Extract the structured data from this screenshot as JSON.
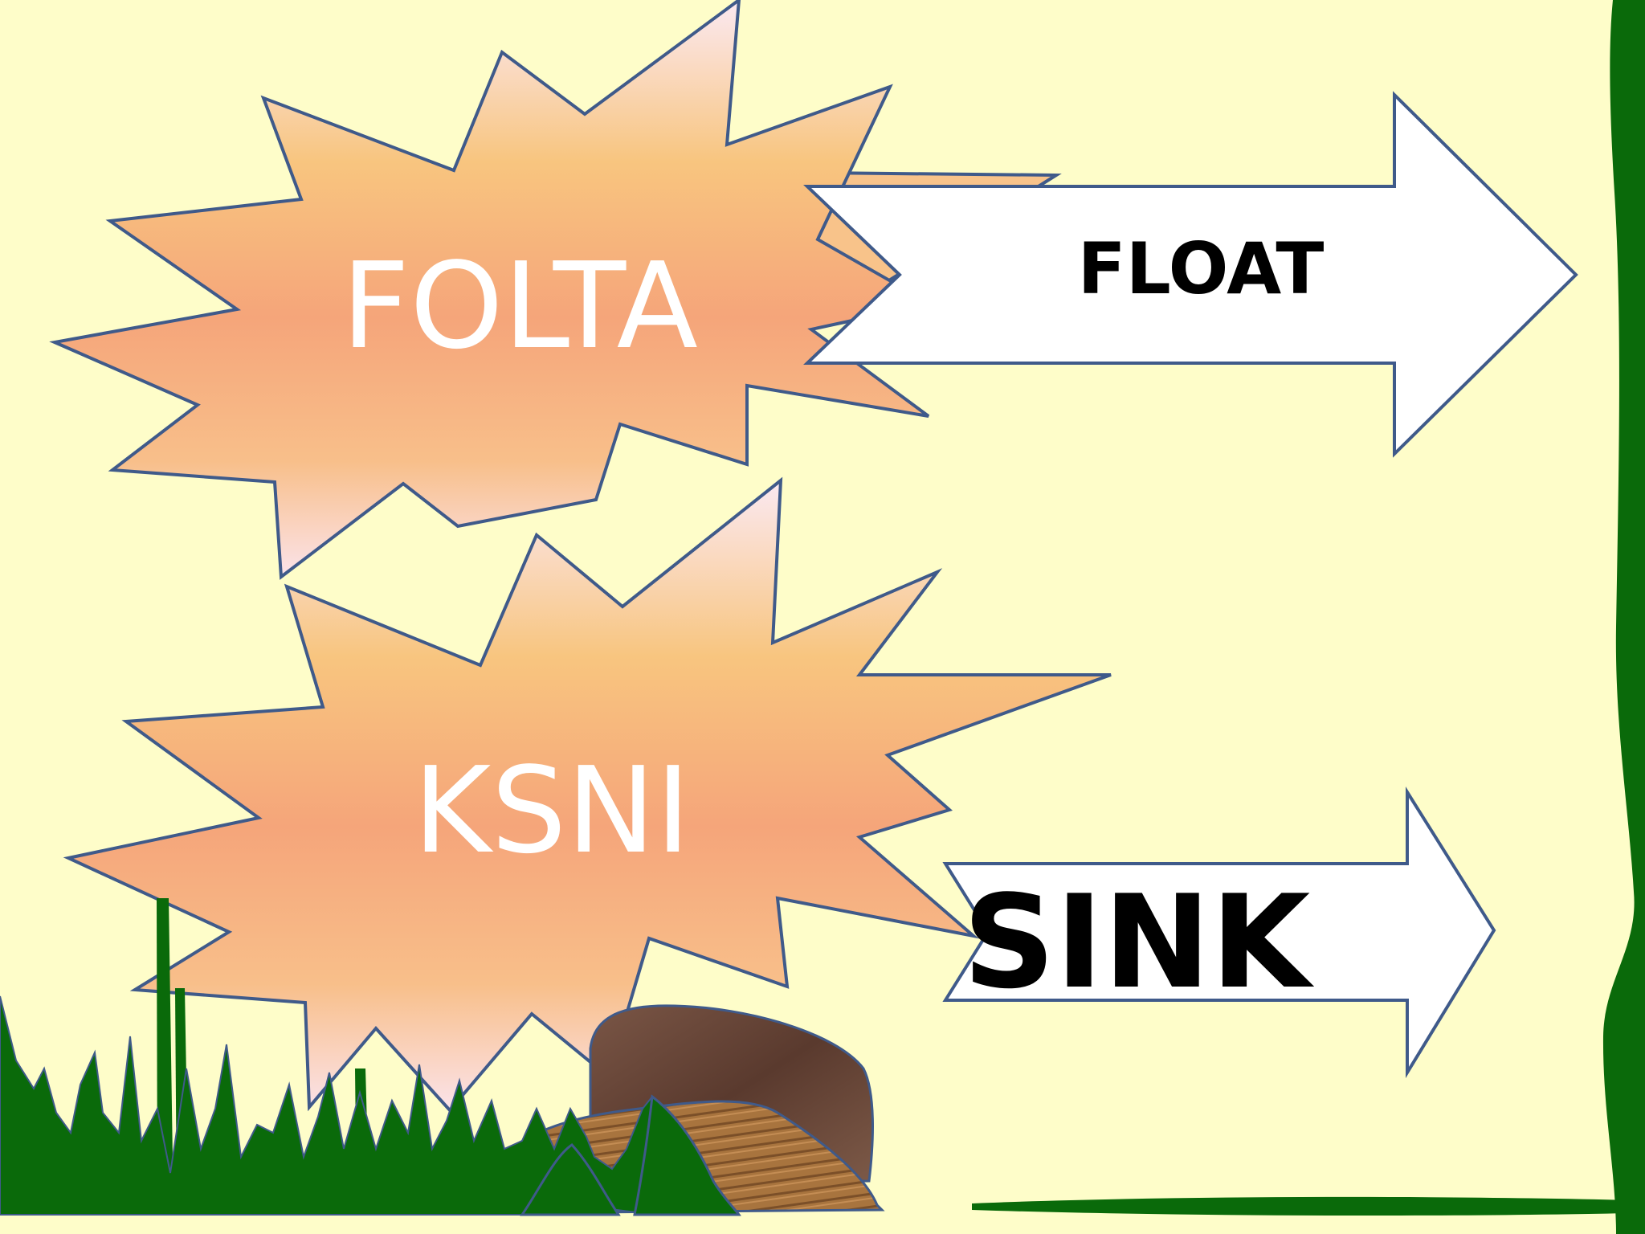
{
  "slide": {
    "burst_top": {
      "text": "FOLTA"
    },
    "burst_bottom": {
      "text": "KSNI"
    },
    "arrow_top": {
      "text": "FLOAT"
    },
    "arrow_bottom": {
      "text": "SINK"
    }
  },
  "colors": {
    "background": "#fefdc9",
    "burst_light": "#fbe3ea",
    "burst_mid": "#f8c57f",
    "burst_dark": "#f5a57a",
    "outline": "#3f5a8a",
    "grass": "#0a6a0a",
    "rock": "#6b4a3a",
    "wood": "#a5733f",
    "arrow_fill": "#ffffff",
    "label_text": "#000000"
  },
  "icons": [
    "starburst-shape",
    "right-arrow-shape",
    "grass-decoration",
    "rock-decoration",
    "tree-decoration"
  ]
}
